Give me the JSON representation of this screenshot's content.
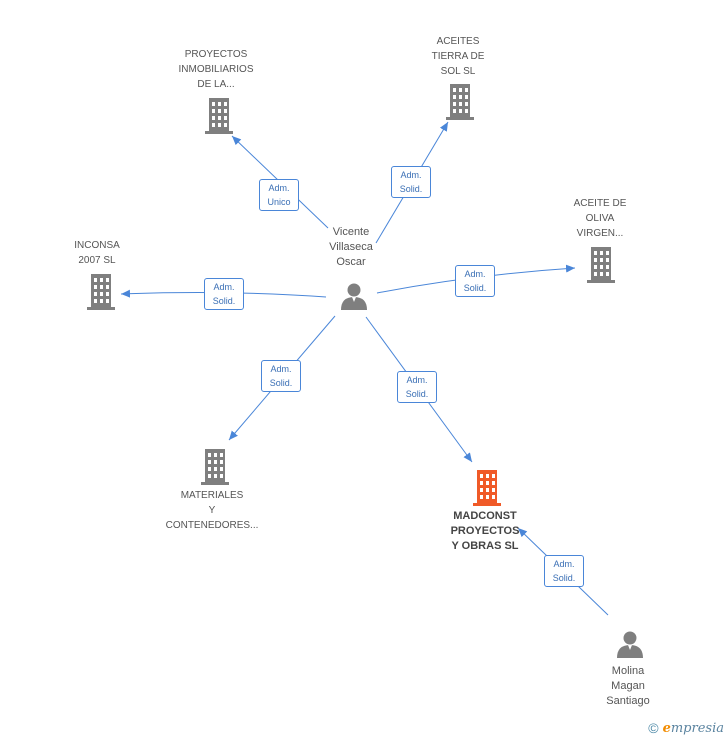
{
  "colors": {
    "edge": "#4a86d8",
    "company": "#7f7f7f",
    "focus_company": "#f05a28",
    "person": "#7f7f7f"
  },
  "nodes": {
    "proyectos": {
      "lines": [
        "PROYECTOS",
        "INMOBILIARIOS",
        "DE LA..."
      ],
      "icon": "building-icon"
    },
    "aceites": {
      "lines": [
        "ACEITES",
        "TIERRA DE",
        "SOL  SL"
      ],
      "icon": "building-icon"
    },
    "aceite_oliva": {
      "lines": [
        "ACEITE DE",
        "OLIVA",
        "VIRGEN..."
      ],
      "icon": "building-icon"
    },
    "inconsa": {
      "lines": [
        "INCONSA",
        "2007 SL"
      ],
      "icon": "building-icon"
    },
    "materiales": {
      "lines": [
        "MATERIALES",
        "Y",
        "CONTENEDORES..."
      ],
      "icon": "building-icon"
    },
    "madconst": {
      "lines": [
        "MADCONST",
        "PROYECTOS",
        "Y OBRAS SL"
      ],
      "icon": "building-icon"
    },
    "vicente": {
      "lines": [
        "Vicente",
        "Villaseca",
        "Oscar"
      ],
      "icon": "person-icon"
    },
    "molina": {
      "lines": [
        "Molina",
        "Magan",
        "Santiago"
      ],
      "icon": "person-icon"
    }
  },
  "edges": {
    "to_proyectos": [
      "Adm.",
      "Unico"
    ],
    "to_aceites": [
      "Adm.",
      "Solid."
    ],
    "to_aceite_oliva": [
      "Adm.",
      "Solid."
    ],
    "to_inconsa": [
      "Adm.",
      "Solid."
    ],
    "to_materiales": [
      "Adm.",
      "Solid."
    ],
    "to_madconst": [
      "Adm.",
      "Solid."
    ],
    "molina_to_madconst": [
      "Adm.",
      "Solid."
    ]
  },
  "footer": {
    "copyright_symbol": "©",
    "brand_initial": "e",
    "brand_rest": "mpresia"
  }
}
